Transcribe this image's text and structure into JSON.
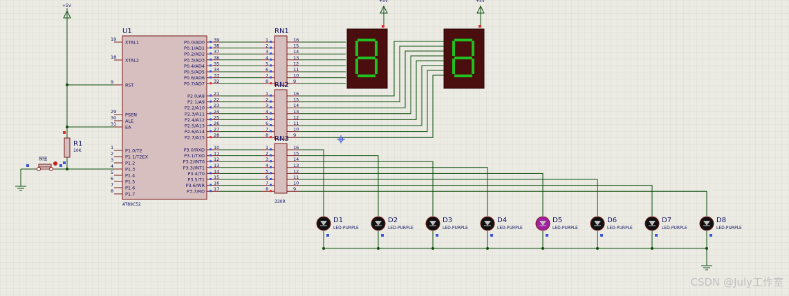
{
  "power": {
    "vcc_label": "+5V"
  },
  "mcu": {
    "ref": "U1",
    "part": "AT89C52",
    "left_pins": [
      {
        "num": "19",
        "name": "XTAL1"
      },
      {
        "num": "18",
        "name": "XTAL2"
      },
      {
        "num": "9",
        "name": "RST"
      },
      {
        "num": "29",
        "name": "PSEN"
      },
      {
        "num": "30",
        "name": "ALE"
      },
      {
        "num": "31",
        "name": "EA"
      },
      {
        "num": "1",
        "name": "P1.0/T2"
      },
      {
        "num": "2",
        "name": "P1.1/T2EX"
      },
      {
        "num": "3",
        "name": "P1.2"
      },
      {
        "num": "4",
        "name": "P1.3"
      },
      {
        "num": "5",
        "name": "P1.4"
      },
      {
        "num": "6",
        "name": "P1.5"
      },
      {
        "num": "7",
        "name": "P1.6"
      },
      {
        "num": "8",
        "name": "P1.7"
      }
    ],
    "right_pins": [
      {
        "num": "39",
        "name": "P0.0/AD0"
      },
      {
        "num": "38",
        "name": "P0.1/AD1"
      },
      {
        "num": "37",
        "name": "P0.2/AD2"
      },
      {
        "num": "36",
        "name": "P0.3/AD3"
      },
      {
        "num": "35",
        "name": "P0.4/AD4"
      },
      {
        "num": "34",
        "name": "P0.5/AD5"
      },
      {
        "num": "33",
        "name": "P0.6/AD6"
      },
      {
        "num": "32",
        "name": "P0.7/AD7"
      },
      {
        "num": "21",
        "name": "P2.0/A8"
      },
      {
        "num": "22",
        "name": "P2.1/A9"
      },
      {
        "num": "23",
        "name": "P2.2/A10"
      },
      {
        "num": "24",
        "name": "P2.3/A11"
      },
      {
        "num": "25",
        "name": "P2.4/A12"
      },
      {
        "num": "26",
        "name": "P2.5/A13"
      },
      {
        "num": "27",
        "name": "P2.6/A14"
      },
      {
        "num": "28",
        "name": "P2.7/A15"
      },
      {
        "num": "10",
        "name": "P3.0/RXD"
      },
      {
        "num": "11",
        "name": "P3.1/TXD"
      },
      {
        "num": "12",
        "name": "P3.2/INT0"
      },
      {
        "num": "13",
        "name": "P3.3/INT1"
      },
      {
        "num": "14",
        "name": "P3.4/T0"
      },
      {
        "num": "15",
        "name": "P3.5/T1"
      },
      {
        "num": "16",
        "name": "P3.6/WR"
      },
      {
        "num": "17",
        "name": "P3.7/RD"
      }
    ]
  },
  "rnets": [
    {
      "ref": "RN1",
      "value": "",
      "left_pins": [
        "1",
        "2",
        "3",
        "4",
        "5",
        "6",
        "7",
        "8"
      ],
      "right_pins": [
        "16",
        "15",
        "14",
        "13",
        "12",
        "11",
        "10",
        "9"
      ]
    },
    {
      "ref": "RN2",
      "value": "",
      "left_pins": [
        "1",
        "2",
        "3",
        "4",
        "5",
        "6",
        "7",
        "8"
      ],
      "right_pins": [
        "16",
        "15",
        "14",
        "13",
        "12",
        "11",
        "10",
        "9"
      ]
    },
    {
      "ref": "RN3",
      "value": "330R",
      "left_pins": [
        "1",
        "2",
        "3",
        "4",
        "5",
        "6",
        "7",
        "8"
      ],
      "right_pins": [
        "16",
        "15",
        "14",
        "13",
        "12",
        "11",
        "10",
        "9"
      ]
    }
  ],
  "resistor": {
    "ref": "R1",
    "value": "10K"
  },
  "button": {
    "label": "按钮"
  },
  "leds": [
    {
      "ref": "D1",
      "part": "LED-PURPLE",
      "lit": false
    },
    {
      "ref": "D2",
      "part": "LED-PURPLE",
      "lit": false
    },
    {
      "ref": "D3",
      "part": "LED-PURPLE",
      "lit": false
    },
    {
      "ref": "D4",
      "part": "LED-PURPLE",
      "lit": false
    },
    {
      "ref": "D5",
      "part": "LED-PURPLE",
      "lit": true
    },
    {
      "ref": "D6",
      "part": "LED-PURPLE",
      "lit": false
    },
    {
      "ref": "D7",
      "part": "LED-PURPLE",
      "lit": false
    },
    {
      "ref": "D8",
      "part": "LED-PURPLE",
      "lit": false
    }
  ],
  "displays": [
    {
      "digit": "8",
      "color": "#20c020"
    },
    {
      "digit": "8",
      "color": "#20c020"
    }
  ],
  "watermark": "CSDN @July工作室",
  "colors": {
    "wire": "#0b4d0b",
    "body": "#d8bfbf",
    "grid": "#d2d2ca",
    "led_lit": "#a020a0",
    "display_bg": "#4a0e0e"
  }
}
